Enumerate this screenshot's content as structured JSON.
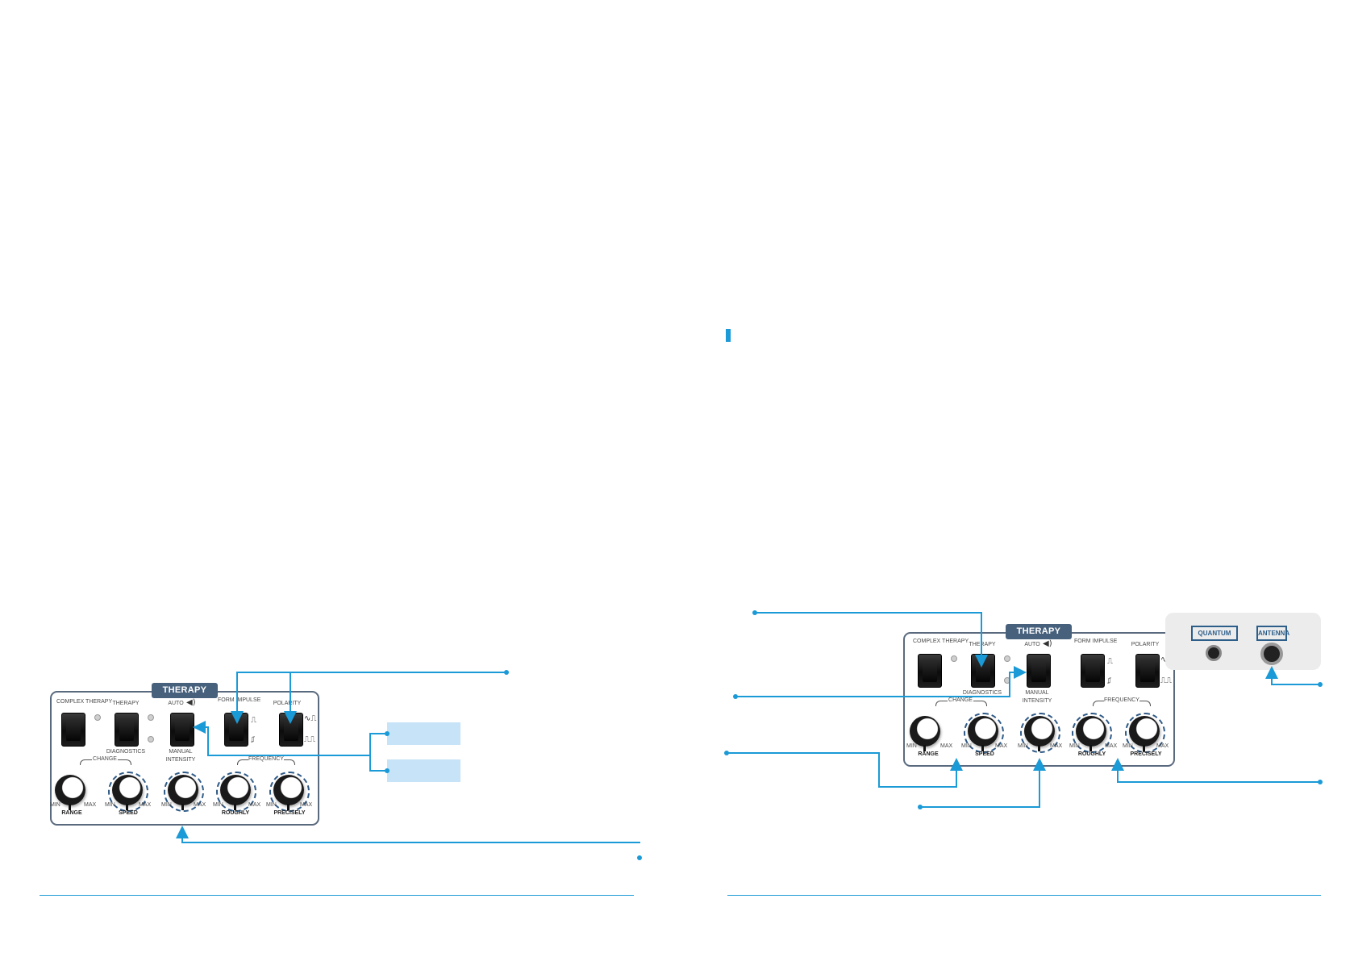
{
  "accent_color": "#1a9ad6",
  "panel_border_color": "#5a6a7e",
  "tab_color": "#47617d",
  "callout_box_color": "#c6e3f7",
  "panel": {
    "title": "THERAPY",
    "switch_labels": {
      "complex_therapy": "COMPLEX THERAPY",
      "therapy": "THERAPY",
      "diagnostics": "DIAGNOSTICS",
      "auto": "AUTO",
      "manual": "MANUAL",
      "form_impulse": "FORM IMPULSE",
      "polarity": "POLARITY"
    },
    "group_labels": {
      "change": "CHANGE",
      "intensity": "INTENSITY",
      "frequency": "FREQUENCY"
    },
    "knob_labels": {
      "range": "RANGE",
      "speed": "SPEED",
      "roughly": "ROUGHLY",
      "precisely": "PRECISELY"
    },
    "min": "MIN",
    "max": "MAX"
  },
  "connectors": {
    "quantum": "QUANTUM",
    "antenna": "ANTENNA"
  },
  "icons": {
    "auto_sound": "sound-icon",
    "impulse": "pulse-wave-icon",
    "polarity": "polarity-wave-icon",
    "led": "indicator-led-icon"
  }
}
